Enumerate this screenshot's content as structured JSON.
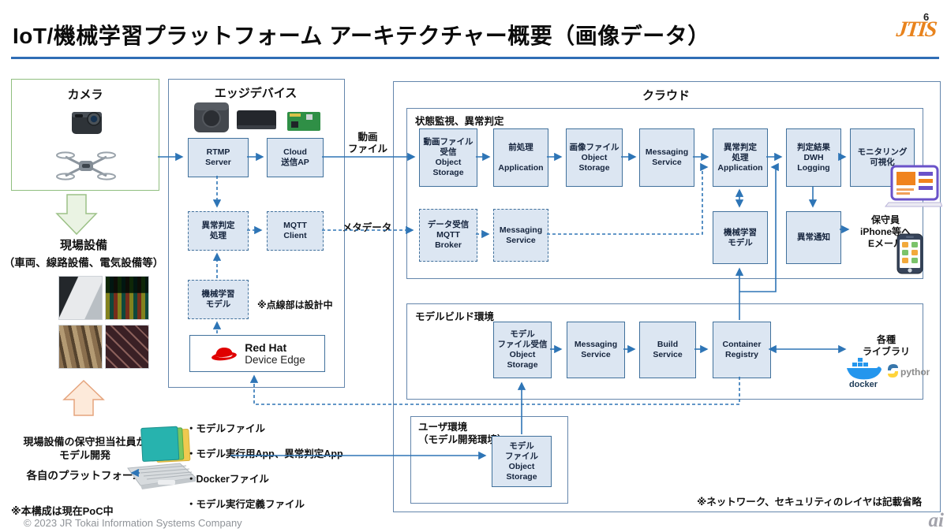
{
  "page": {
    "number": "6",
    "logo_text": "JTIS"
  },
  "header": {
    "title": "IoT/機械学習プラットフォーム アーキテクチャー概要（画像データ）"
  },
  "colors": {
    "box_fill": "#dce6f2",
    "box_border": "#41719c",
    "arrow": "#2e75b6",
    "green": "#9cc187",
    "orange": "#e5a47d",
    "redhat_red": "#e00000",
    "logo_orange": "#e8831d",
    "title_rule": "#2f6db5"
  },
  "left": {
    "camera_title": "カメラ",
    "field_title": "現場設備",
    "field_subtitle": "（車両、線路設備、電気設備等）",
    "maintainer_note": "現場設備の保守担当社員が\nモデル開発",
    "platform_note": "各自のプラットフォーム",
    "poc_note": "※本構成は現在PoC中",
    "copyright": "© 2023 JR Tokai Information Systems Company"
  },
  "edge": {
    "title": "エッジデバイス",
    "rtmp": "RTMP\nServer",
    "cloud_ap": "Cloud\n送信AP",
    "anomaly": "異常判定\n処理",
    "mqtt": "MQTT\nClient",
    "ml_model": "機械学習\nモデル",
    "design_note": "※点線部は設計中",
    "redhat_brand": "Red Hat",
    "redhat_product": "Device Edge"
  },
  "flows": {
    "video_file": "動画\nファイル",
    "metadata": "メタデータ"
  },
  "cloud": {
    "title": "クラウド",
    "monitor_title": "状態監視、異常判定",
    "row1": [
      "動画ファイル\n受信\nObject\nStorage",
      "前処理\n\nApplication",
      "画像ファイル\nObject\nStorage",
      "Messaging\nService",
      "異常判定\n処理\nApplication",
      "判定結果\nDWH\nLogging",
      "モニタリング\n可視化"
    ],
    "mqtt_broker": "データ受信\nMQTT\nBroker",
    "messaging2": "Messaging\nService",
    "ml_model": "機械学習\nモデル",
    "notify": "異常通知",
    "email_note": "保守員\niPhone等へ\nEメール",
    "build_title": "モデルビルド環境",
    "build_row": [
      "モデル\nファイル受信\nObject\nStorage",
      "Messaging\nService",
      "Build\nService",
      "Container\nRegistry"
    ],
    "libs_note": "各種\nライブラリ",
    "docker_label": "docker",
    "python_label": "python",
    "user_title": "ユーザ環境\n（モデル開発環境）",
    "user_box": "モデル\nファイル\nObject\nStorage",
    "network_note": "※ネットワーク、セキュリティのレイヤは記載省略"
  },
  "deliverables": [
    "・モデルファイル",
    "・モデル実行用App、異常判定App",
    "・Dockerファイル",
    "・モデル実行定義ファイル"
  ],
  "watermark": "ai"
}
